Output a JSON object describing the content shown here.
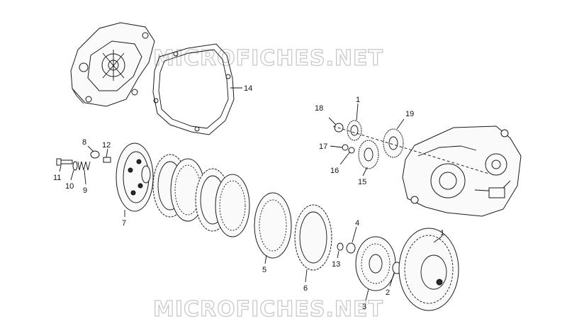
{
  "watermark": {
    "text_top": "MICROFICHES.NET",
    "text_bottom": "MICROFICHES.NET"
  },
  "callouts": {
    "c1_top": "1",
    "c1_bottom": "1",
    "c2": "2",
    "c3": "3",
    "c4": "4",
    "c5": "5",
    "c6": "6",
    "c7": "7",
    "c8": "8",
    "c9": "9",
    "c10": "10",
    "c11": "11",
    "c12": "12",
    "c13": "13",
    "c14": "14",
    "c15": "15",
    "c16": "16",
    "c17": "17",
    "c18": "18",
    "c19": "19"
  },
  "colors": {
    "line": "#1a1a1a",
    "watermark_outline": "#c9c9c9",
    "background": "#ffffff"
  }
}
